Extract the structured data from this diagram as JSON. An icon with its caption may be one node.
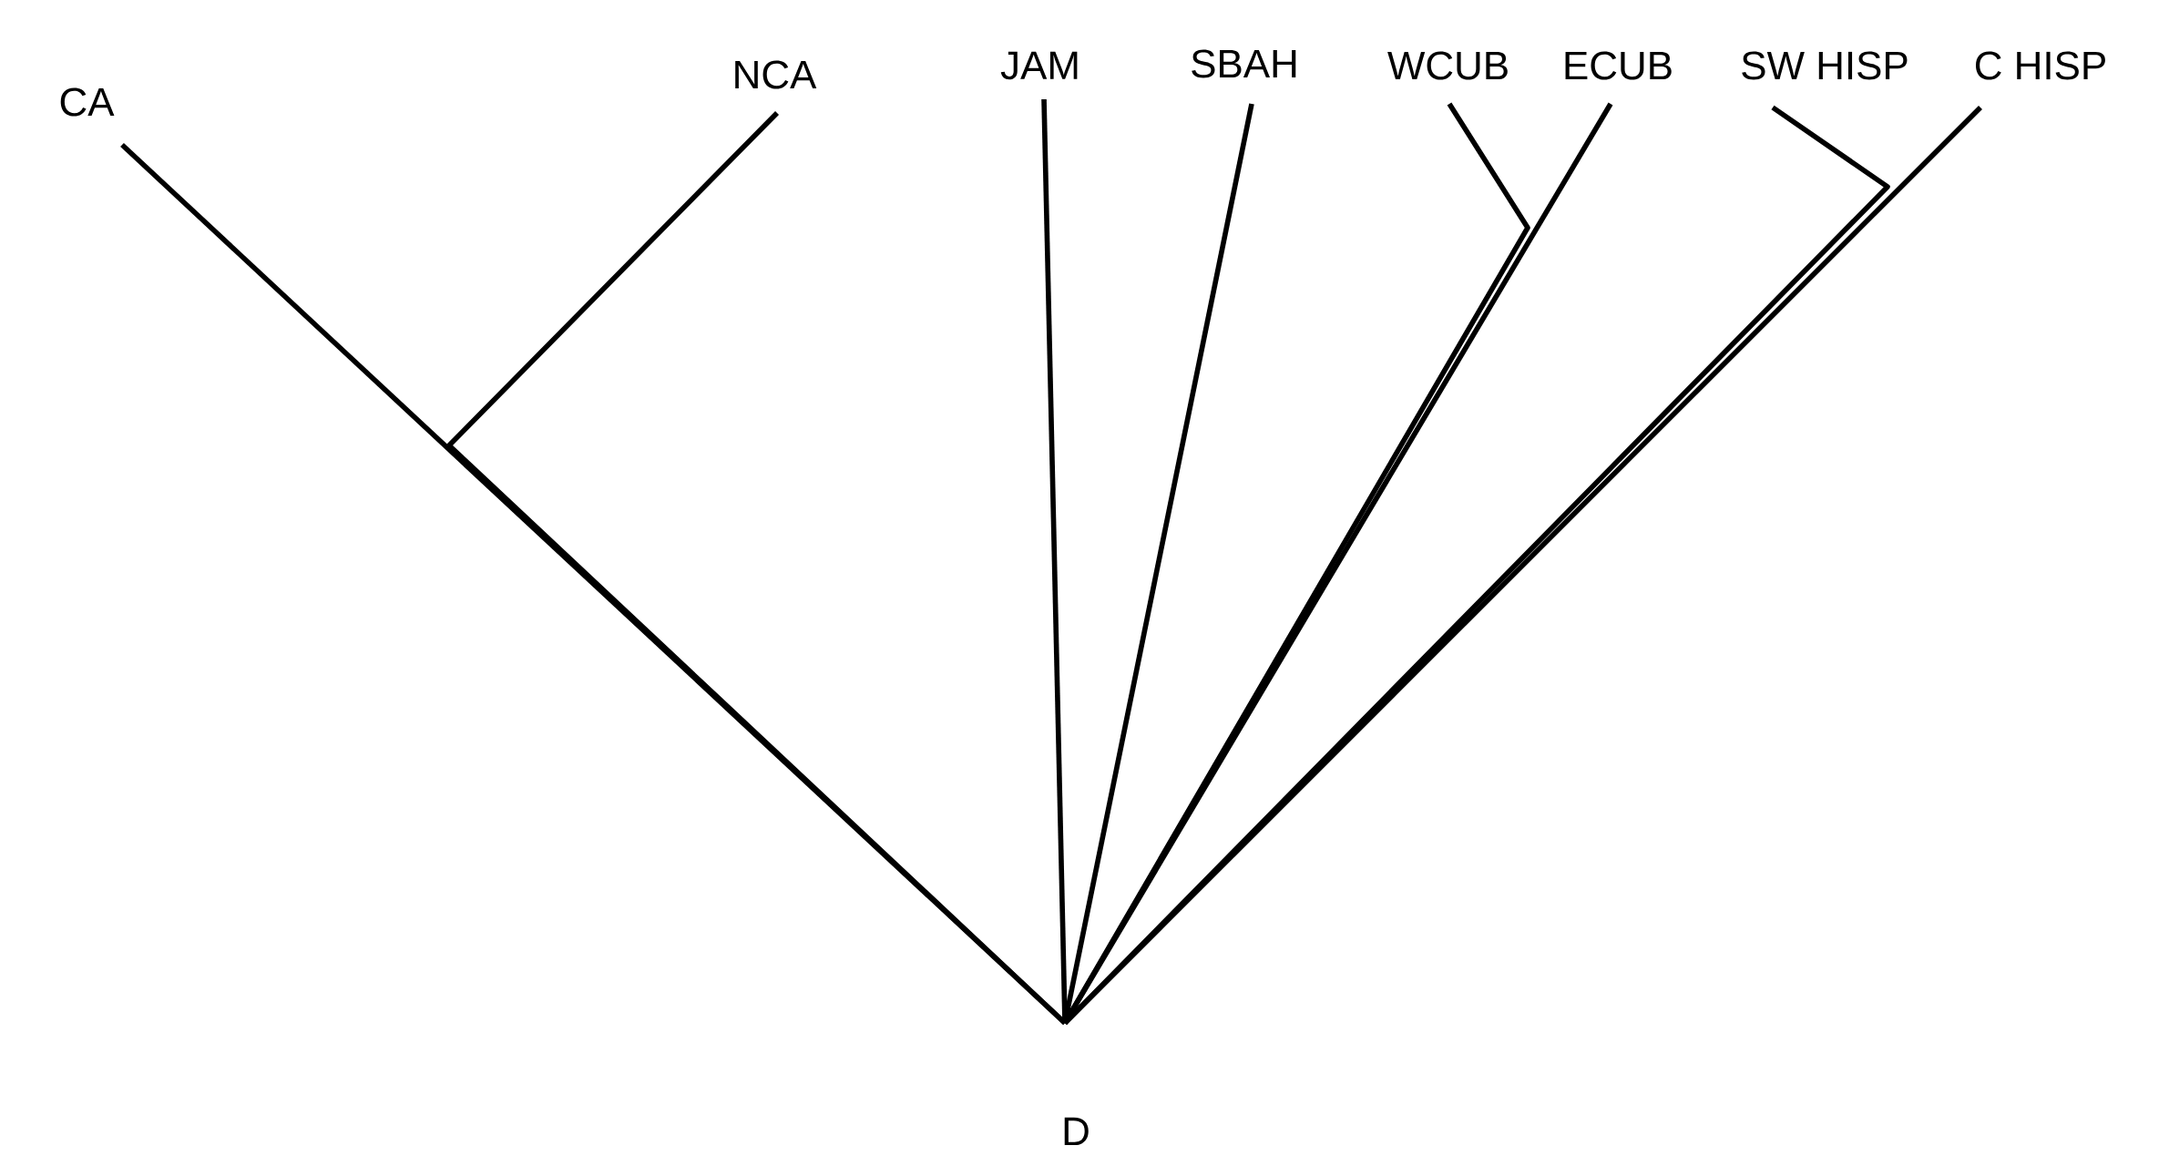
{
  "diagram": {
    "nodes": [
      {
        "text": [
          "CA"
        ]
      },
      {
        "text": [
          "NCA"
        ]
      },
      {
        "text": [
          "JAM"
        ]
      },
      {
        "text": [
          "SBAH"
        ]
      },
      {
        "text": [
          "WCUB"
        ]
      },
      {
        "text": [
          "ECUB"
        ]
      },
      {
        "text": [
          "SW HISP"
        ]
      },
      {
        "text": [
          "C HISP"
        ]
      },
      {
        "text": [
          "D"
        ]
      }
    ],
    "edges": [
      {
        "from": 0,
        "to": 8,
        "arrow": "none"
      },
      {
        "from": 1,
        "to": 8,
        "arrow": "none"
      },
      {
        "from": 2,
        "to": 8,
        "arrow": "none"
      },
      {
        "from": 3,
        "to": 8,
        "arrow": "none"
      },
      {
        "from": 4,
        "to": 8,
        "arrow": "none"
      },
      {
        "from": 5,
        "to": 8,
        "arrow": "none"
      },
      {
        "from": 6,
        "to": 8,
        "arrow": "none"
      },
      {
        "from": 7,
        "to": 8,
        "arrow": "none"
      }
    ]
  }
}
